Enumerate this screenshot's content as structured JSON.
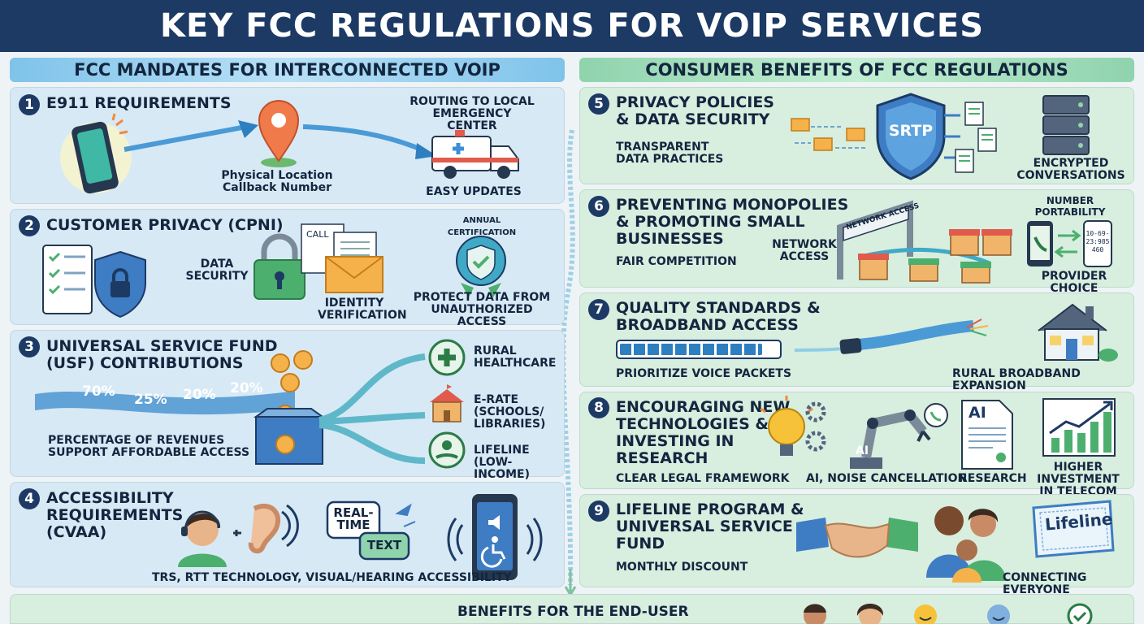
{
  "title": "KEY FCC REGULATIONS FOR VOIP SERVICES",
  "left_header": "FCC MANDATES FOR INTERCONNECTED VOIP",
  "right_header": "CONSUMER BENEFITS OF FCC REGULATIONS",
  "panels": {
    "p1": {
      "num": "1",
      "title": "E911 REQUIREMENTS",
      "location": "Physical Location\nCallback Number",
      "routing": "ROUTING TO LOCAL\nEMERGENCY CENTER",
      "updates": "EASY UPDATES"
    },
    "p2": {
      "num": "2",
      "title": "CUSTOMER PRIVACY (CPNI)",
      "security": "DATA\nSECURITY",
      "call": "CALL",
      "identity": "IDENTITY\nVERIFICATION",
      "cert": "ANNUAL CERTIFICATION",
      "protect": "PROTECT DATA FROM\nUNAUTHORIZED ACCESS"
    },
    "p3": {
      "num": "3",
      "title": "UNIVERSAL SERVICE FUND\n(USF) CONTRIBUTIONS",
      "percentages": [
        "70%",
        "25%",
        "20%",
        "20%"
      ],
      "revenues": "PERCENTAGE OF REVENUES\nSUPPORT AFFORDABLE ACCESS",
      "healthcare": "RURAL\nHEALTHCARE",
      "erate": "E-RATE\n(SCHOOLS/\nLIBRARIES)",
      "lifeline": "LIFELINE\n(LOW-INCOME)"
    },
    "p4": {
      "num": "4",
      "title": "ACCESSIBILITY\nREQUIREMENTS\n(CVAA)",
      "realtime": "REAL-\nTIME",
      "text": "TEXT",
      "tech": "TRS, RTT TECHNOLOGY, VISUAL/HEARING ACCESSIBILITY"
    },
    "p5": {
      "num": "5",
      "title": "PRIVACY POLICIES\n& DATA SECURITY",
      "transparent": "TRANSPARENT\nDATA PRACTICES",
      "shield": "SRTP",
      "encrypted": "ENCRYPTED\nCONVERSATIONS"
    },
    "p6": {
      "num": "6",
      "title": "PREVENTING MONOPOLIES\n& PROMOTING SMALL\nBUSINESSES",
      "fair": "FAIR COMPETITION",
      "network": "NETWORK\nACCESS",
      "gate": "NETWORK ACCESS",
      "portability": "NUMBER\nPORTABILITY",
      "choice": "PROVIDER CHOICE",
      "numbers": "10-69-\n23:985\n460"
    },
    "p7": {
      "num": "7",
      "title": "QUALITY STANDARDS &\nBROADBAND ACCESS",
      "prioritize": "PRIORITIZE VOICE PACKETS",
      "rural": "RURAL BROADBAND EXPANSION",
      "progress": 0.9
    },
    "p8": {
      "num": "8",
      "title": "ENCOURAGING NEW\nTECHNOLOGIES &\nINVESTING IN\nRESEARCH",
      "framework": "CLEAR LEGAL FRAMEWORK",
      "ai": "AI, NOISE CANCELLATION",
      "research": "RESEARCH",
      "investment": "HIGHER INVESTMENT\nIN TELECOM",
      "ai_tag": "AI",
      "ai_doc": "AI"
    },
    "p9": {
      "num": "9",
      "title": "LIFELINE PROGRAM &\nUNIVERSAL SERVICE\nFUND",
      "discount": "MONTHLY DISCOUNT",
      "connecting": "CONNECTING EVERYONE",
      "card": "Lifeline"
    }
  },
  "bottom": {
    "title": "BENEFITS FOR THE END-USER"
  },
  "colors": {
    "navy": "#1c3a64",
    "blue_panel": "#d7e9f5",
    "green_panel": "#d8eedf",
    "accent_orange": "#f08a3c",
    "accent_green": "#4caf6e"
  }
}
